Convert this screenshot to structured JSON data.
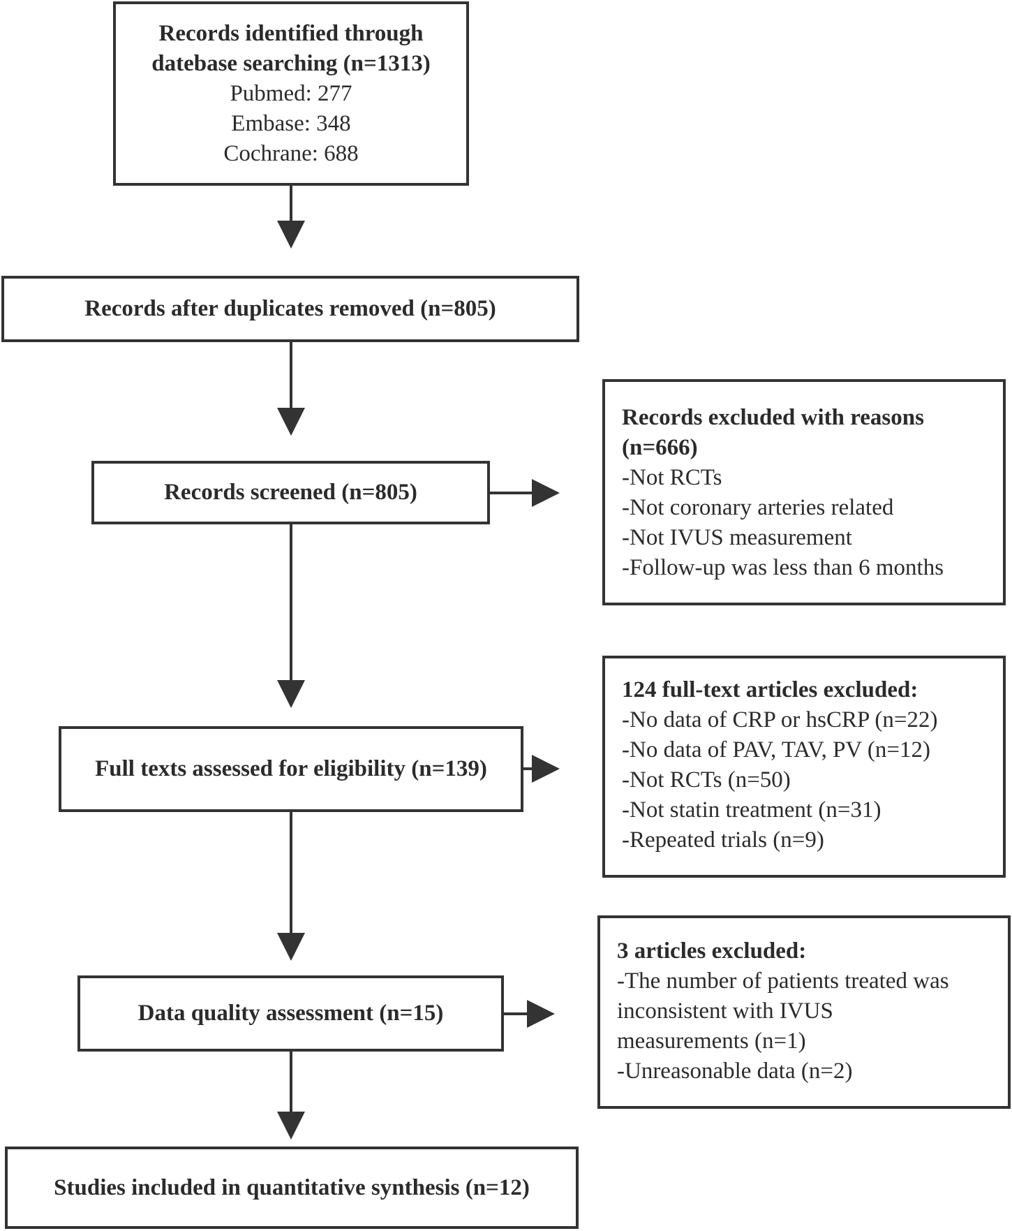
{
  "identified": {
    "title_line1": "Records identified through",
    "title_line2": "datebase searching (n=1313)",
    "sources": [
      "Pubmed: 277",
      "Embase: 348",
      "Cochrane: 688"
    ]
  },
  "duplicates_removed": "Records after duplicates removed (n=805)",
  "screened": "Records screened (n=805)",
  "excluded_screening": {
    "title_line1": "Records excluded with reasons",
    "title_line2": "(n=666)",
    "reasons": [
      "-Not RCTs",
      "-Not coronary arteries related",
      "-Not IVUS measurement",
      "-Follow-up was less than 6 months"
    ]
  },
  "full_texts": "Full texts assessed for eligibility (n=139)",
  "excluded_fulltext": {
    "title": "124 full-text articles excluded:",
    "reasons": [
      "-No data of  CRP or hsCRP (n=22)",
      "-No data of PAV, TAV, PV (n=12)",
      "-Not RCTs (n=50)",
      "-Not statin treatment (n=31)",
      "-Repeated trials (n=9)"
    ]
  },
  "quality": "Data quality assessment (n=15)",
  "excluded_quality": {
    "title": "3 articles excluded:",
    "reason1_line1": "-The number of patients  treated was",
    "reason1_line2": "inconsistent with IVUS",
    "reason1_line3": "measurements (n=1)",
    "reason2": "-Unreasonable data (n=2)"
  },
  "included": "Studies included in quantitative synthesis (n=12)"
}
